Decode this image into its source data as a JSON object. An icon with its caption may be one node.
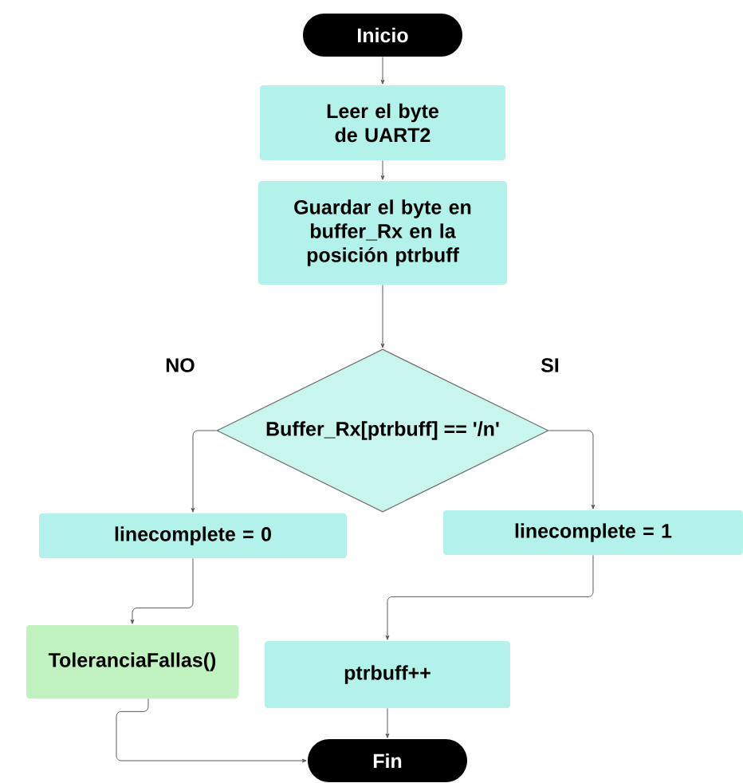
{
  "diagram": {
    "nodes": [
      {
        "text": [
          "Inicio"
        ]
      },
      {
        "text": [
          "Leer el byte de UART2"
        ]
      },
      {
        "text": [
          "Guardar el byte en buffer_Rx en la posición ptrbuff"
        ]
      },
      {
        "text": [
          "Buffer_Rx[ptrbuff] == '/n'"
        ]
      },
      {
        "text": [
          "linecomplete = 0"
        ]
      },
      {
        "text": [
          "linecomplete = 1"
        ]
      },
      {
        "text": [
          "ToleranciaFallas()"
        ]
      },
      {
        "text": [
          "ptrbuff++"
        ]
      },
      {
        "text": [
          "Fin"
        ]
      }
    ],
    "edges": [
      {
        "from": 0,
        "to": 1,
        "arrow": "to"
      },
      {
        "from": 1,
        "to": 2,
        "arrow": "to"
      },
      {
        "from": 2,
        "to": 3,
        "arrow": "to"
      },
      {
        "from": 3,
        "to": 4,
        "arrow": "to"
      },
      {
        "from": 3,
        "to": 5,
        "arrow": "to"
      },
      {
        "from": 4,
        "to": 6,
        "arrow": "to"
      },
      {
        "from": 5,
        "to": 7,
        "arrow": "to"
      },
      {
        "from": 7,
        "to": 8,
        "arrow": "to"
      },
      {
        "from": 6,
        "to": 8,
        "arrow": "to"
      }
    ],
    "labels": [
      "NO",
      "SI"
    ]
  }
}
